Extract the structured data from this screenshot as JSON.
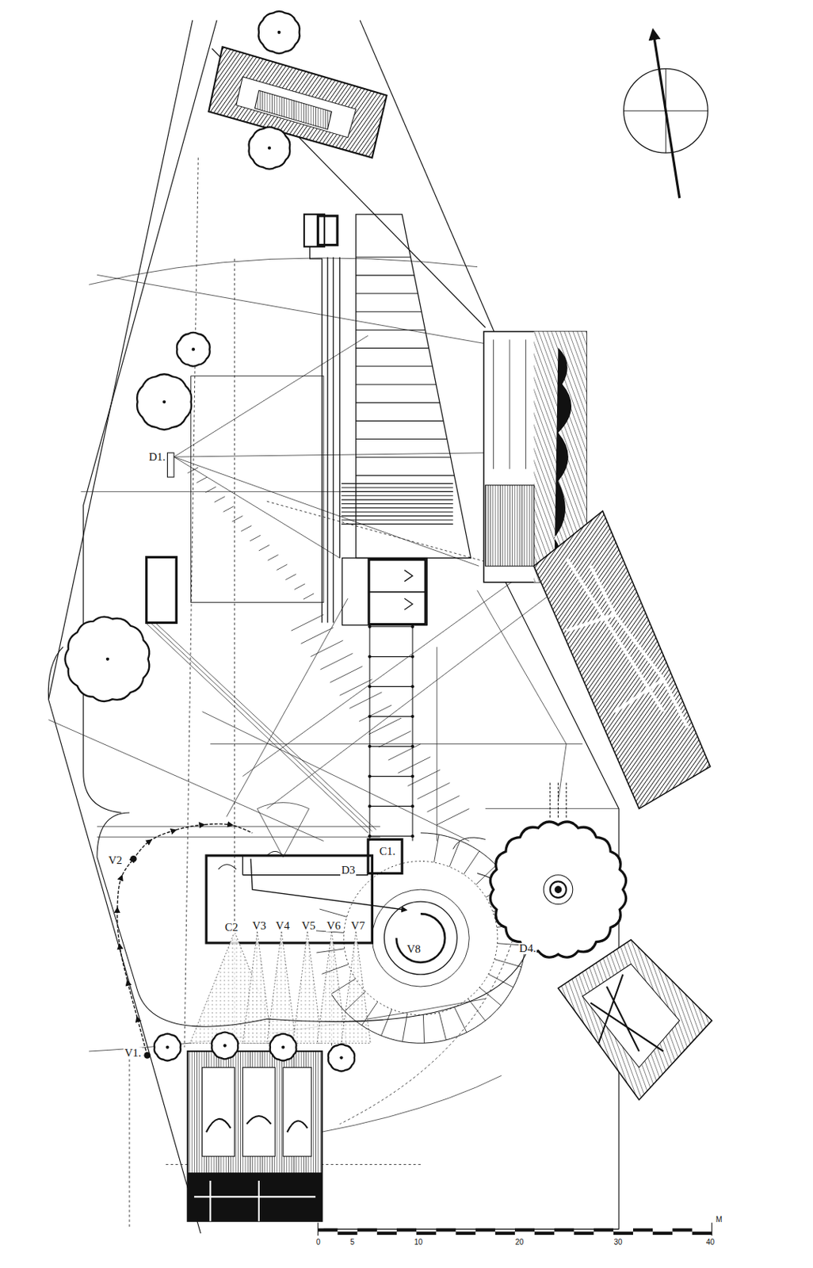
{
  "diagram": {
    "labels": [
      "D1.",
      "C1.",
      "D3",
      "V2",
      "C2",
      "V3",
      "V4",
      "V5",
      "V6",
      "V7",
      "V8",
      "D4.",
      "V1.",
      "0",
      "5",
      "10",
      "20",
      "30",
      "40",
      "M"
    ]
  }
}
